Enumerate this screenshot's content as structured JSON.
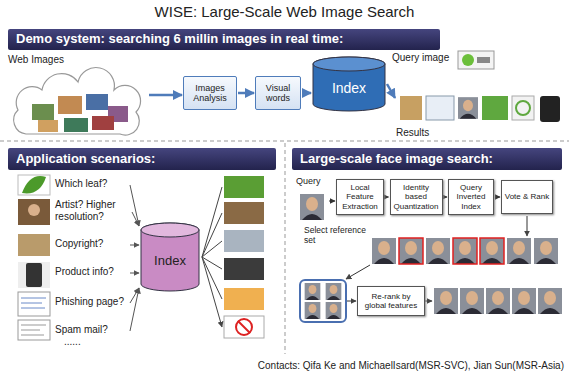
{
  "diagram": {
    "title": "WISE: Large-Scale Web Image Search",
    "caption": "Contacts: Qifa Ke and MichaelIsard(MSR-SVC), Jian Sun(MSR-Asia)",
    "nodes": [
      {
        "text": [
          "Demo system: searching 6 millin images in real time:"
        ]
      },
      {
        "text": [
          "Web Images"
        ]
      },
      {
        "text": [
          "Images Analysis"
        ]
      },
      {
        "text": [
          "Visual words"
        ]
      },
      {
        "text": [
          "Index"
        ]
      },
      {
        "text": [
          "Query image"
        ]
      },
      {
        "text": [
          "Results"
        ]
      },
      {
        "text": [
          "Application scenarios:"
        ]
      },
      {
        "text": [
          "Which leaf?"
        ]
      },
      {
        "text": [
          "Artist? Higher resolution?"
        ]
      },
      {
        "text": [
          "Copyright?"
        ]
      },
      {
        "text": [
          "Product info?"
        ]
      },
      {
        "text": [
          "Phishing page?"
        ]
      },
      {
        "text": [
          "Spam mail?"
        ]
      },
      {
        "text": [
          "Index"
        ]
      },
      {
        "text": [
          "Large-scale face image search:"
        ]
      },
      {
        "text": [
          "Query"
        ]
      },
      {
        "text": [
          "Local Feature Extraction"
        ]
      },
      {
        "text": [
          "Identity based Quantization"
        ]
      },
      {
        "text": [
          "Query Inverted Index"
        ]
      },
      {
        "text": [
          "Vote & Rank"
        ]
      },
      {
        "text": [
          "Re-rank by global features"
        ]
      }
    ],
    "edges": [
      {
        "from": 1,
        "to": 2,
        "arrow": "to"
      },
      {
        "from": 2,
        "to": 3,
        "arrow": "to"
      },
      {
        "from": 3,
        "to": 4,
        "arrow": "to"
      },
      {
        "from": 4,
        "to": 6,
        "arrow": "to"
      },
      {
        "from": 8,
        "to": 14,
        "arrow": "to"
      },
      {
        "from": 9,
        "to": 14,
        "arrow": "to"
      },
      {
        "from": 10,
        "to": 14,
        "arrow": "to"
      },
      {
        "from": 11,
        "to": 14,
        "arrow": "to"
      },
      {
        "from": 12,
        "to": 14,
        "arrow": "to"
      },
      {
        "from": 13,
        "to": 14,
        "arrow": "to"
      },
      {
        "from": 16,
        "to": 17,
        "arrow": "to"
      },
      {
        "from": 17,
        "to": 18,
        "arrow": "to"
      },
      {
        "from": 18,
        "to": 19,
        "arrow": "to"
      },
      {
        "from": 19,
        "to": 20,
        "arrow": "to"
      }
    ],
    "labels": [
      "Select reference set",
      "......"
    ]
  }
}
